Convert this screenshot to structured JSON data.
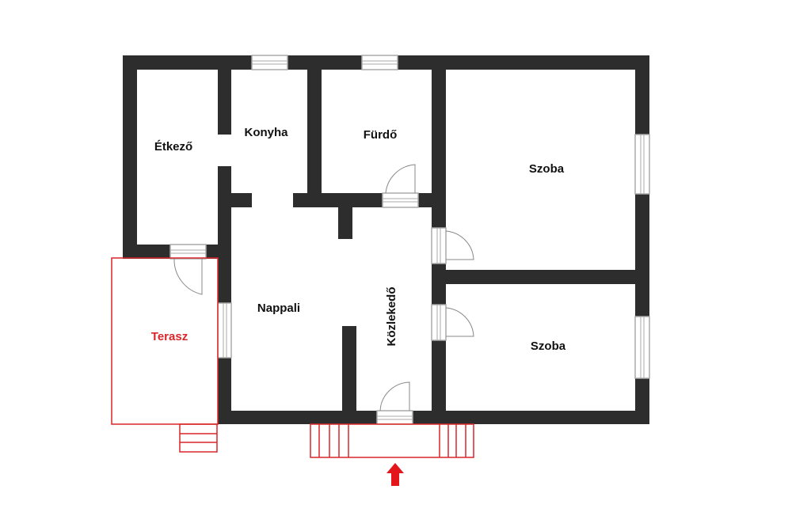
{
  "rooms": {
    "etkezo": "Étkező",
    "konyha": "Konyha",
    "furdo": "Fürdő",
    "szoba1": "Szoba",
    "szoba2": "Szoba",
    "nappali": "Nappali",
    "kozlekedo": "Közlekedő",
    "terasz": "Terasz"
  },
  "colors": {
    "wall": "#2d2d2d",
    "accent": "#d9262a"
  }
}
